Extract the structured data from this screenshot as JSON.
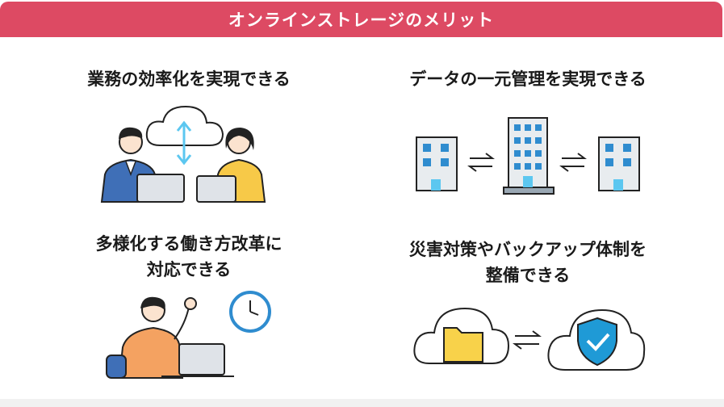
{
  "banner": {
    "title": "オンラインストレージのメリット"
  },
  "benefits": [
    {
      "lines": [
        "業務の効率化を実現できる"
      ]
    },
    {
      "lines": [
        "データの一元管理を実現できる"
      ]
    },
    {
      "lines": [
        "多様化する働き方改革に",
        "対応できる"
      ]
    },
    {
      "lines": [
        "災害対策やバックアップ体制を",
        "整備できる"
      ]
    }
  ],
  "colors": {
    "banner": "#dd4a63",
    "outline": "#222222",
    "cloud_arrow": "#5cc7f0",
    "person_blue": "#3f6fb7",
    "person_yellow": "#f7c948",
    "person_orange": "#f4a261",
    "building": "#9aa8b4",
    "window": "#2f8ccf",
    "folder": "#f8d24a",
    "shield": "#1f9ad6",
    "clock": "#2f8ccf"
  }
}
